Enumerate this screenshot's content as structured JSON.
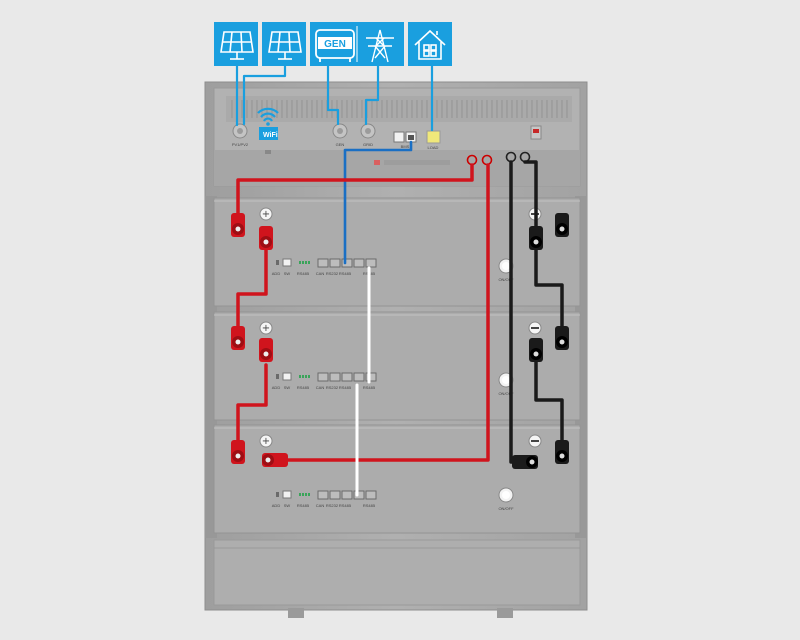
{
  "icons": [
    {
      "name": "solar-panel-1-icon"
    },
    {
      "name": "solar-panel-2-icon"
    },
    {
      "name": "generator-icon",
      "text": "GEN"
    },
    {
      "name": "grid-tower-icon"
    },
    {
      "name": "house-load-icon"
    }
  ],
  "colors": {
    "background": "#e9e9e9",
    "cabinet": "#a9a9a9",
    "icon_fill": "#1a9fdf",
    "positive_cable": "#d0141d",
    "negative_cable": "#1a1a1a",
    "comm_cable": "#1a6fc4",
    "link_cable": "#ffffff"
  },
  "inverter": {
    "port_labels": {
      "pv": "PV1/PV2",
      "wifi": "WiFi",
      "gen": "GEN",
      "grid": "GRID",
      "load": "LOAD",
      "bms": "BMS"
    }
  },
  "battery_modules": [
    {
      "ports": [
        "ADD",
        "SW",
        "RS485",
        "CAN",
        "RS232",
        "RS485",
        "RS485"
      ],
      "switch": "ON/OFF"
    },
    {
      "ports": [
        "ADD",
        "SW",
        "RS485",
        "CAN",
        "RS232",
        "RS485",
        "RS485"
      ],
      "switch": "ON/OFF"
    },
    {
      "ports": [
        "ADD",
        "SW",
        "RS485",
        "CAN",
        "RS232",
        "RS485",
        "RS485"
      ],
      "switch": "ON/OFF"
    }
  ]
}
